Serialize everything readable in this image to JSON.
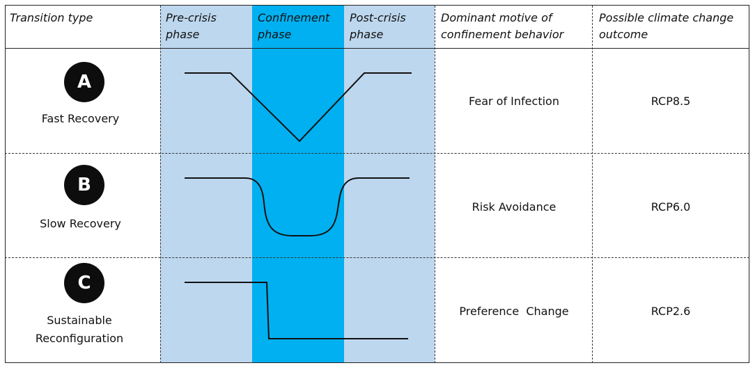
{
  "header": {
    "transition_type": "Transition type",
    "pre_crisis": "Pre-crisis phase",
    "confinement": "Confinement phase",
    "post_crisis": "Post-crisis phase",
    "motive": "Dominant motive of confinement behavior",
    "outcome": "Possible climate change outcome"
  },
  "rows": [
    {
      "badge": "A",
      "label": "Fast Recovery",
      "motive": "Fear of Infection",
      "outcome": "RCP8.5"
    },
    {
      "badge": "B",
      "label": "Slow Recovery",
      "motive": "Risk Avoidance",
      "outcome": "RCP6.0"
    },
    {
      "badge": "C",
      "label": "Sustainable Reconfiguration",
      "motive": "Preference  Change",
      "outcome": "RCP2.6"
    }
  ],
  "colors": {
    "phase_light": "#bdd7ee",
    "phase_confinement": "#00b0f0",
    "badge": "#0d0d0d"
  }
}
